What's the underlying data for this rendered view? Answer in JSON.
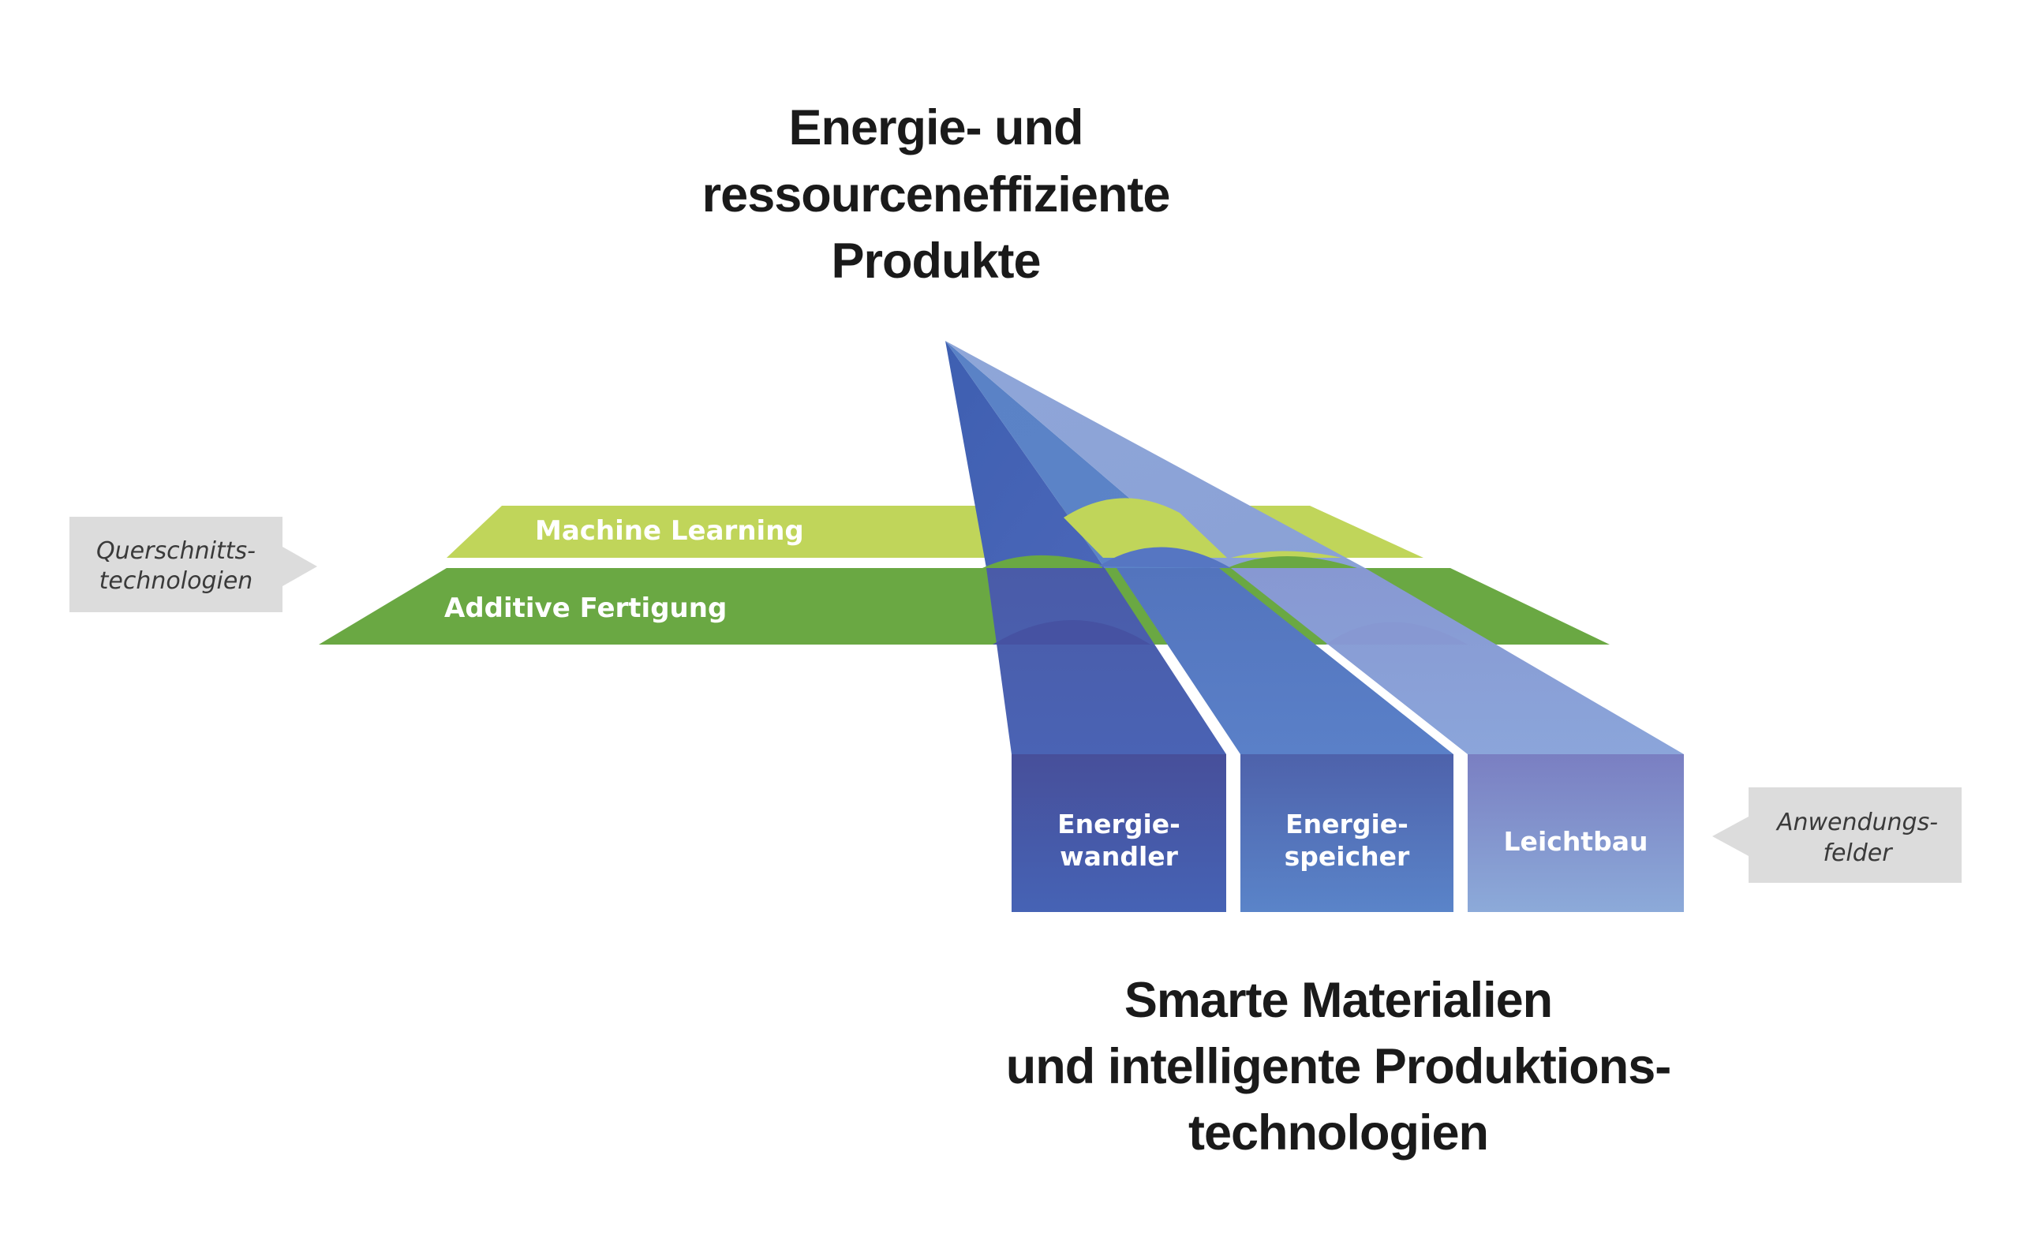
{
  "top_title": {
    "lines": [
      "Energie- und",
      "ressourceneffiziente",
      "Produkte"
    ]
  },
  "bottom_title": {
    "lines": [
      "Smarte Materialien",
      "und intelligente Produktions-",
      "technologien"
    ]
  },
  "bands": {
    "machine_learning": "Machine Learning",
    "additive_fertigung": "Additive Fertigung"
  },
  "columns": [
    {
      "lines": [
        "Energie-",
        "wandler"
      ]
    },
    {
      "lines": [
        "Energie-",
        "speicher"
      ]
    },
    {
      "lines": [
        "Leichtbau"
      ]
    }
  ],
  "callouts": {
    "left": {
      "lines": [
        "Querschnitts-",
        "technologien"
      ]
    },
    "right": {
      "lines": [
        "Anwendungs-",
        "felder"
      ]
    }
  },
  "colors": {
    "machine_learning_band": "#c0d55a",
    "additive_band": "#6aa843",
    "column_1": "#4a5ba8",
    "column_2": "#5879c2",
    "column_3": "#8a9ed8",
    "callout_bg": "#dcdcdc",
    "title_text": "#1a1a1a"
  }
}
